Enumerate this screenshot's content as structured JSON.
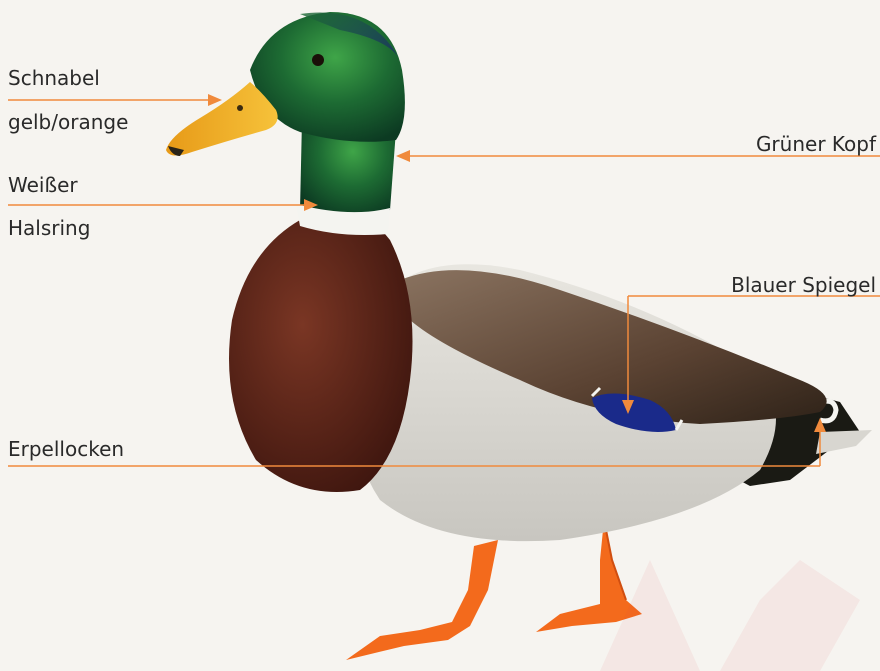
{
  "labels": {
    "schnabel_line1": "Schnabel",
    "schnabel_line2": "gelb/orange",
    "weisser": "Weißer",
    "halsring": "Halsring",
    "gruener_kopf": "Grüner Kopf",
    "blauer_spiegel": "Blauer Spiegel",
    "erpellocken": "Erpellocken"
  },
  "colors": {
    "background": "#f6f4f0",
    "leader_line": "#f08a3c",
    "label_text": "#2a2a2a",
    "head_green": "#1d6b33",
    "bill_yellow": "#f2b21e",
    "breast_brown": "#5a2418",
    "body_grey": "#d8d6d0",
    "wing_brown": "#7a6350",
    "speculum_blue": "#1a2a8a",
    "feet_orange": "#f36a1c"
  }
}
